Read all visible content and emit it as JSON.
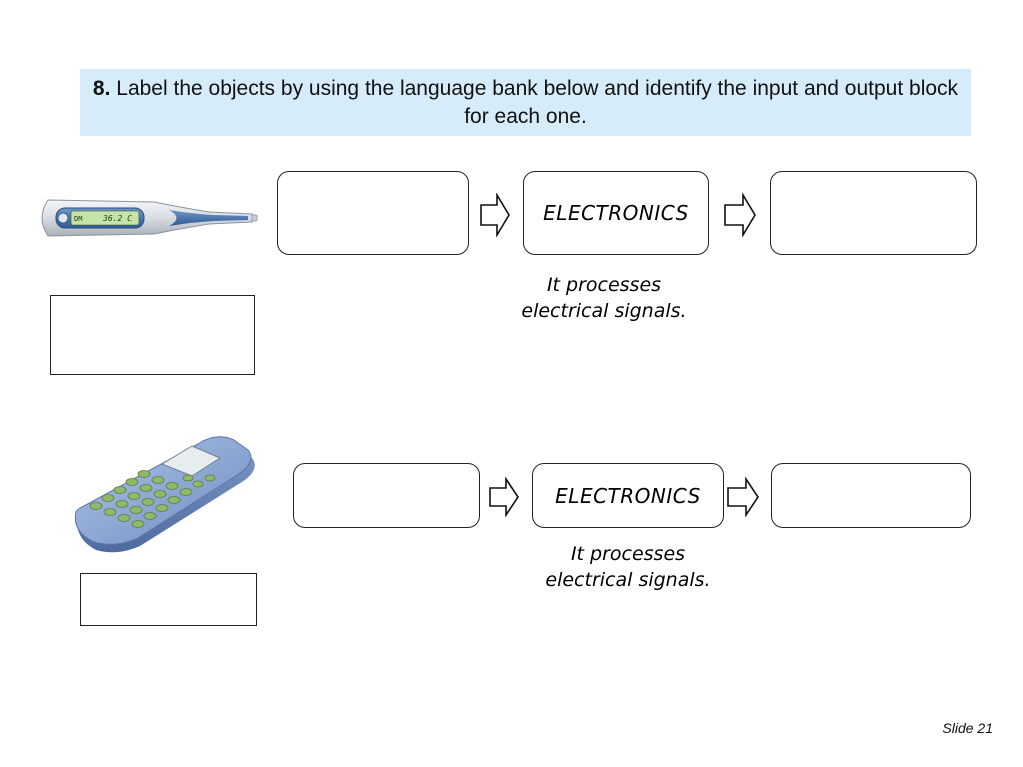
{
  "instruction": {
    "number": "8.",
    "text": " Label the objects by using the language bank below and identify the input and output block for each one."
  },
  "rows": [
    {
      "object_icon": "thermometer-icon",
      "display_text": "36.2 C",
      "mode_text": "DM",
      "process_label": "ELECTRONICS",
      "caption_line1": "It processes",
      "caption_line2": "electrical signals."
    },
    {
      "object_icon": "calculator-icon",
      "process_label": "ELECTRONICS",
      "caption_line1": "It processes",
      "caption_line2": "electrical signals."
    }
  ],
  "footer": {
    "slide": "Slide 21"
  }
}
